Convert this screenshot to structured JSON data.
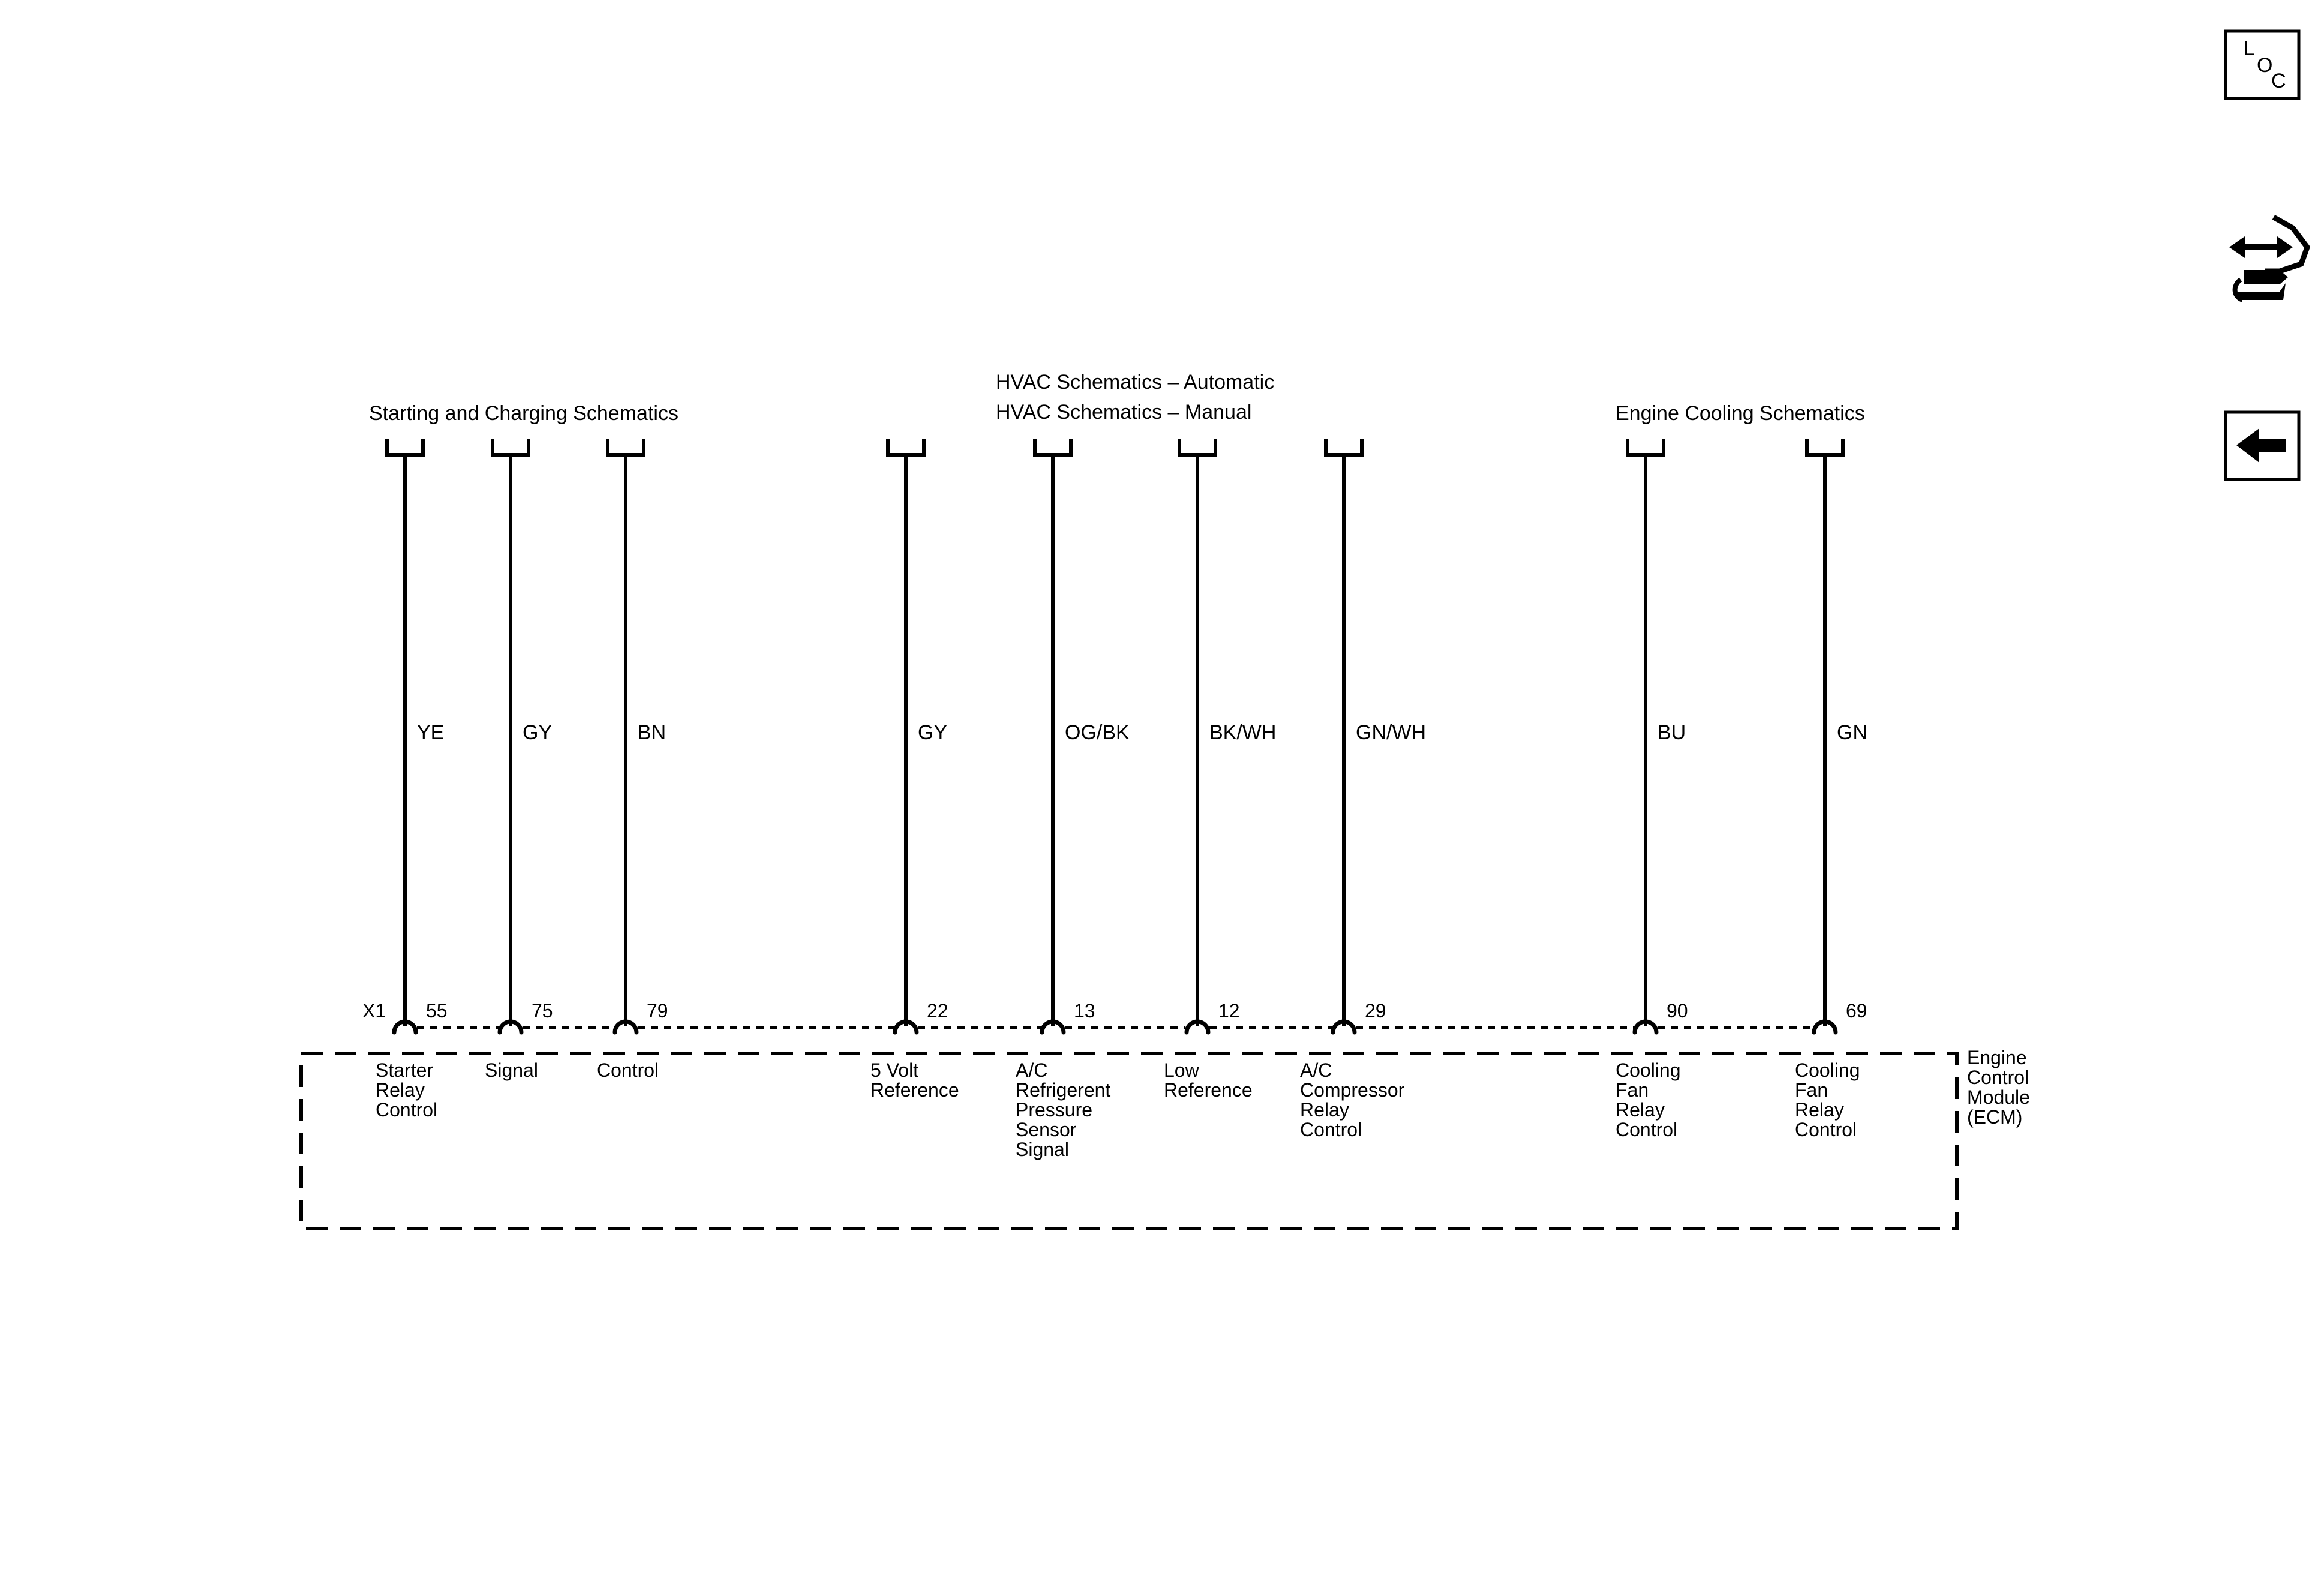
{
  "diagram": {
    "top_labels": {
      "starting_charging": "Starting and Charging Schematics",
      "hvac_automatic": "HVAC Schematics – Automatic",
      "hvac_manual": "HVAC Schematics – Manual",
      "engine_cooling": "Engine Cooling Schematics"
    },
    "connector_label": "X1",
    "module_label": [
      "Engine",
      "Control",
      "Module",
      "(ECM)"
    ],
    "circuits": [
      {
        "wire_color": "YE",
        "pin": "55",
        "function": [
          "Starter",
          "Relay",
          "Control"
        ]
      },
      {
        "wire_color": "GY",
        "pin": "75",
        "function": [
          "Signal"
        ]
      },
      {
        "wire_color": "BN",
        "pin": "79",
        "function": [
          "Control"
        ]
      },
      {
        "wire_color": "GY",
        "pin": "22",
        "function": [
          "5 Volt",
          "Reference"
        ]
      },
      {
        "wire_color": "OG/BK",
        "pin": "13",
        "function": [
          "A/C",
          "Refrigerent",
          "Pressure",
          "Sensor",
          "Signal"
        ]
      },
      {
        "wire_color": "BK/WH",
        "pin": "12",
        "function": [
          "Low",
          "Reference"
        ]
      },
      {
        "wire_color": "GN/WH",
        "pin": "29",
        "function": [
          "A/C",
          "Compressor",
          "Relay",
          "Control"
        ]
      },
      {
        "wire_color": "BU",
        "pin": "90",
        "function": [
          "Cooling",
          "Fan",
          "Relay",
          "Control"
        ]
      },
      {
        "wire_color": "GN",
        "pin": "69",
        "function": [
          "Cooling",
          "Fan",
          "Relay",
          "Control"
        ]
      }
    ]
  },
  "sidebar": {
    "loc_icon": {
      "letters": [
        "L",
        "O",
        "C"
      ]
    },
    "icons": [
      "loc-icon",
      "connector-view-icon",
      "back-arrow-icon"
    ]
  }
}
